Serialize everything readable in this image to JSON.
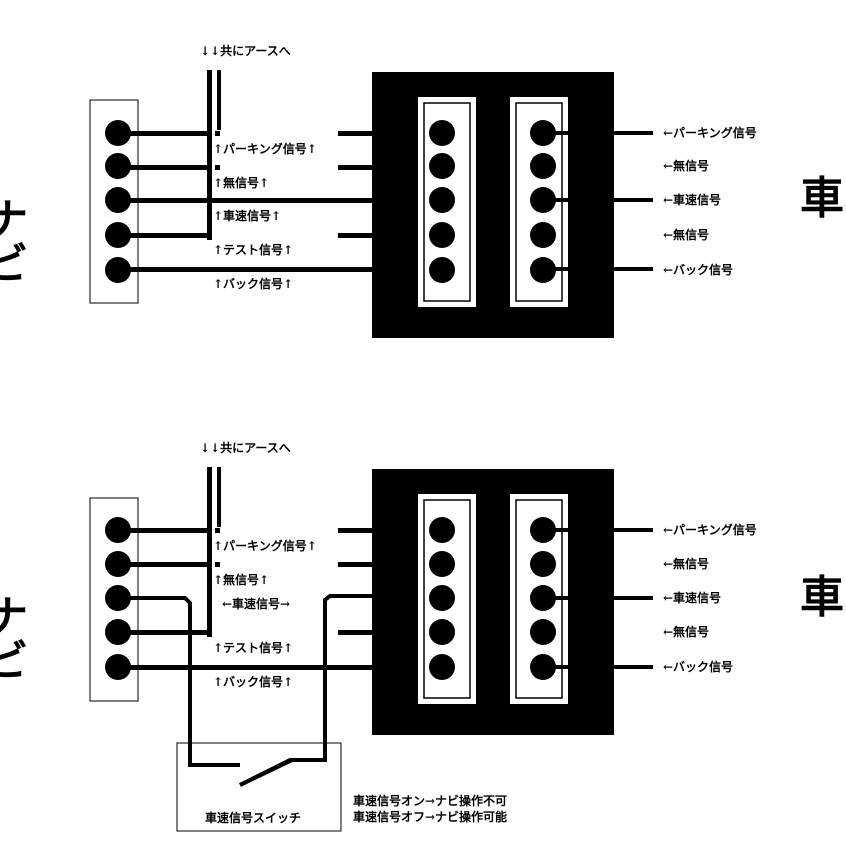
{
  "upper": {
    "ground_note": "↓↓共にアースへ",
    "navi_label": "ナビ",
    "car_label": "車",
    "left_labels": [
      "↑パーキング信号↑",
      "↑無信号↑",
      "↑車速信号↑",
      "↑テスト信号↑",
      "↑バック信号↑"
    ],
    "right_labels": [
      "←パーキング信号",
      "←無信号",
      "←車速信号",
      "←無信号",
      "←バック信号"
    ]
  },
  "lower": {
    "ground_note": "↓↓共にアースへ",
    "navi_label": "ナビ",
    "car_label": "車",
    "left_labels": [
      "↑パーキング信号↑",
      "↑無信号↑",
      "←車速信号→",
      "↑テスト信号↑",
      "↑バック信号↑"
    ],
    "right_labels": [
      "←パーキング信号",
      "←無信号",
      "←車速信号",
      "←無信号",
      "←バック信号"
    ],
    "switch_label": "車速信号スイッチ",
    "notes": [
      "車速信号オン→ナビ操作不可",
      "車速信号オフ→ナビ操作可能"
    ]
  }
}
